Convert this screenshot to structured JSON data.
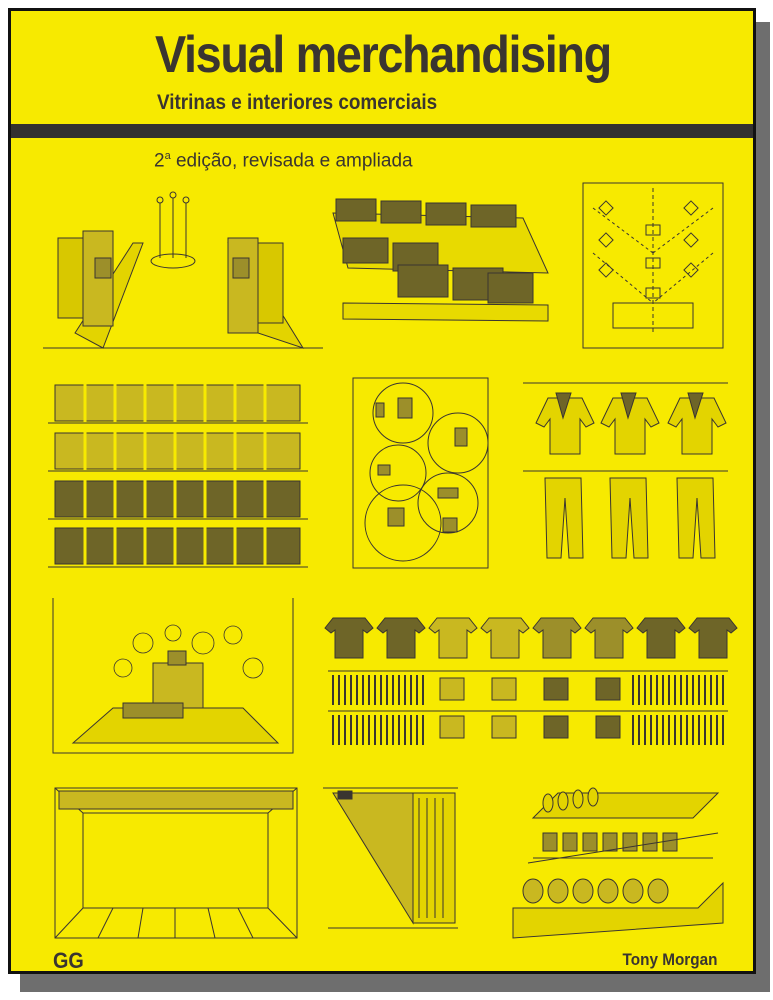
{
  "cover": {
    "title": "Visual merchandising",
    "subtitle": "Vitrinas e interiores comerciais",
    "edition_number": "2",
    "edition_ordinal": "a",
    "edition_text": " edição, revisada e ampliada",
    "publisher": "GG",
    "author": "Tony Morgan"
  },
  "colors": {
    "background": "#f7ea00",
    "text": "#3a3530",
    "sketch": "#3a3530",
    "fill_dark": "#6e6528",
    "fill_mid": "#9c8f2a",
    "fill_light": "#c9b820"
  },
  "illustrations": [
    "store-aisle-sketch",
    "folded-stacks-sketch",
    "floor-plan-sketch",
    "shelf-boxes-sketch",
    "product-groups-sketch",
    "hanging-outfits-sketch",
    "window-display-sketch",
    "garment-wall-sketch",
    "empty-window-sketch",
    "corner-window-sketch",
    "gondola-shelf-sketch"
  ]
}
